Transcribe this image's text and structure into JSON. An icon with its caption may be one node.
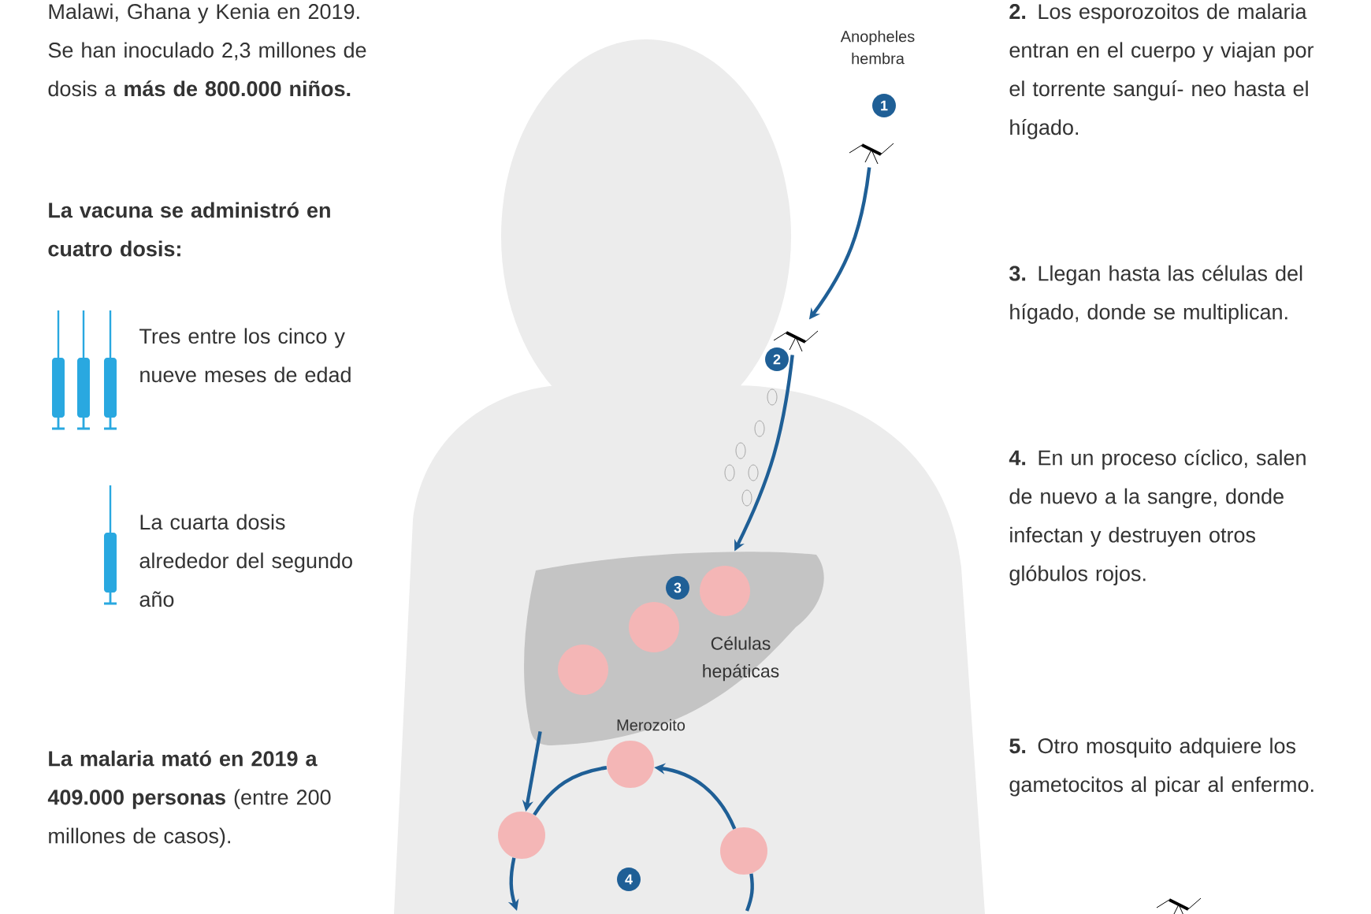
{
  "diagram": {
    "nodes": [
      {
        "text": [],
        "shape": "picture",
        "beside": [
          "Anopheles hembra",
          "1"
        ]
      },
      {
        "text": [],
        "shape": "picture",
        "beside": [
          "2"
        ]
      },
      {
        "text": [
          "3",
          "Células hepáticas",
          "Merozoito"
        ]
      },
      {
        "text": [],
        "shape": "circle"
      },
      {
        "text": [],
        "shape": "circle"
      },
      {
        "text": [],
        "shape": "circle"
      }
    ],
    "edges": [
      {
        "from": 0,
        "to": 1,
        "arrow": "to"
      },
      {
        "from": 1,
        "to": 2,
        "arrow": "to"
      },
      {
        "from": 2,
        "to": 4,
        "arrow": "to"
      },
      {
        "from": 5,
        "to": 3,
        "arrow": "to"
      },
      {
        "from": 3,
        "to": 4,
        "arrow": "none"
      },
      {
        "from": 4,
        "to": null,
        "arrow": "to"
      },
      {
        "from": null,
        "to": 5,
        "arrow": "none"
      }
    ],
    "labels": [
      "Malawi, Ghana y Kenia en 2019. Se han inoculado 2,3 millones de dosis a **más de 800.000 niños.**",
      "La vacuna se administró en cuatro dosis:",
      "Tres entre los cinco y nueve meses de edad",
      "La cuarta dosis alrededor del segundo año",
      "**La malaria mató en 2019 a 409.000 personas** (entre 200 millones de casos).",
      "**2.** Los esporozoitos de malaria entran en el cuerpo y viajan por el torrente sanguí- neo hasta el hígado.",
      "**3.** Llegan hasta las células del hígado, donde se multiplican.",
      "**4.** En un proceso cíclico, salen de nuevo a la sangre, donde infectan y destruyen otros glóbulos rojos.",
      "**5.** Otro mosquito adquiere los gametocitos al picar al enfermo.",
      "4"
    ]
  }
}
